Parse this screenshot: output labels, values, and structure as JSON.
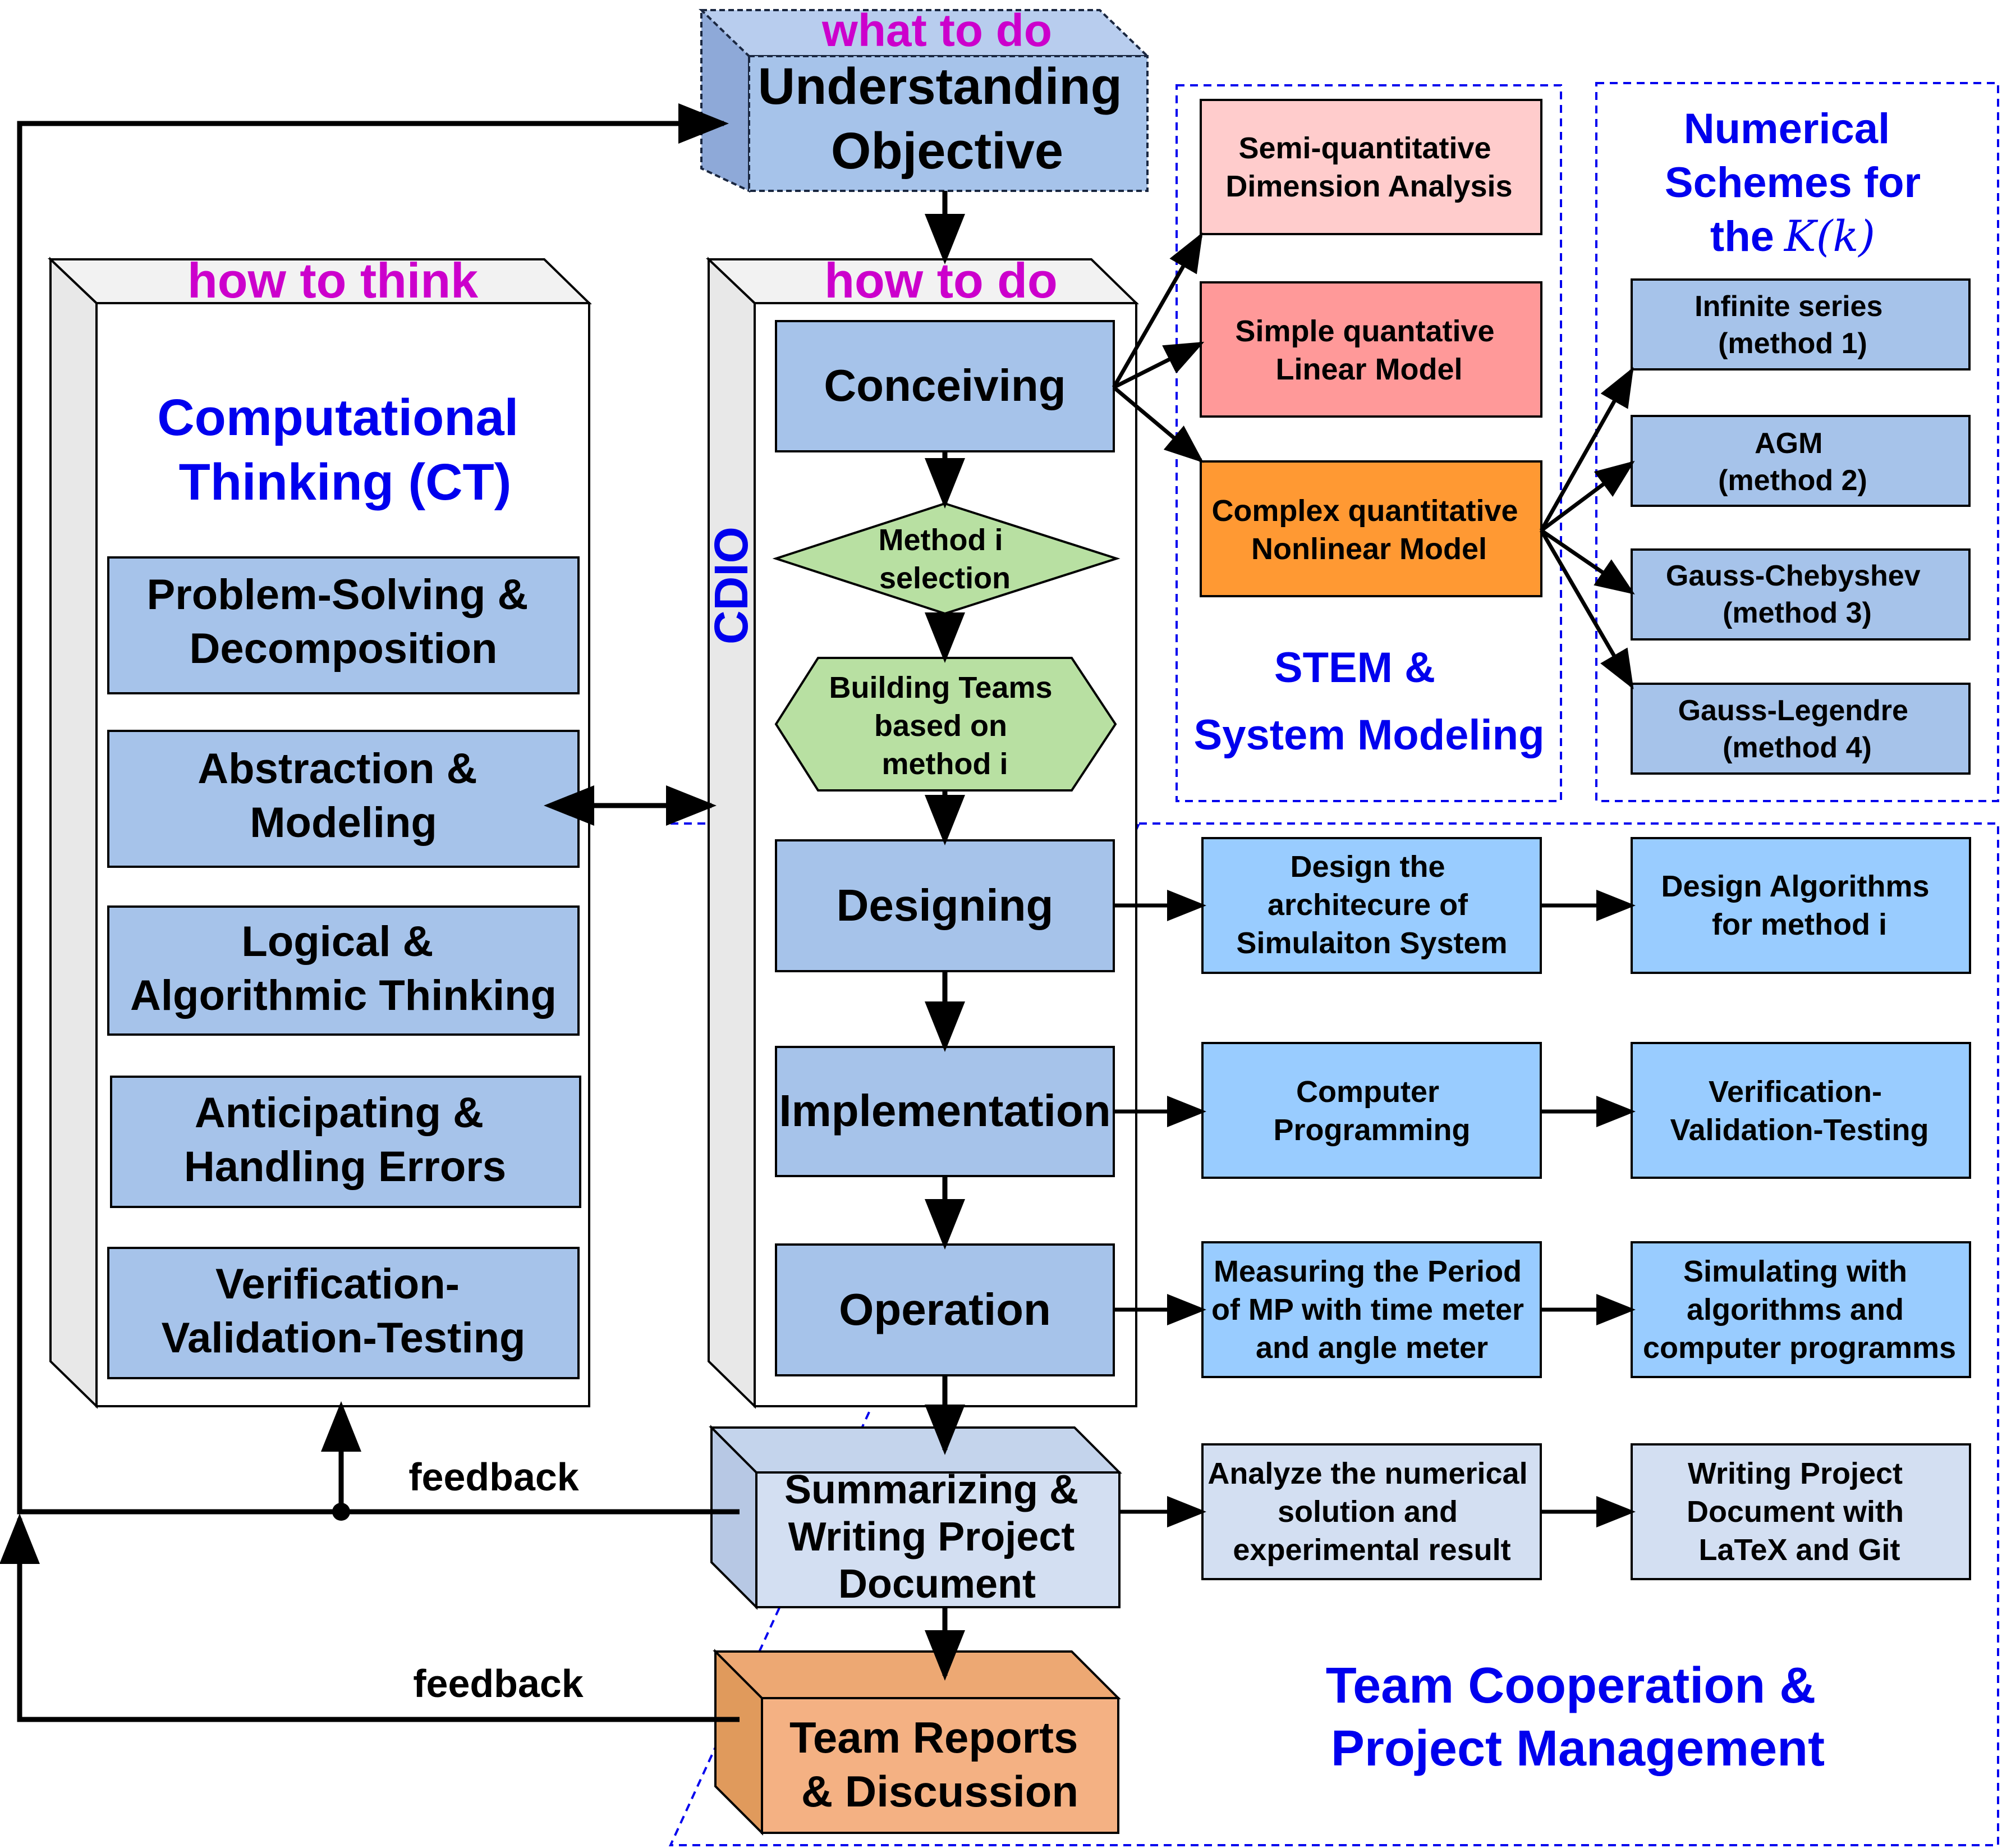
{
  "colors": {
    "box_blue": "#a6c3ea",
    "box_lightblue": "#99ccff",
    "box_paleblue": "#d3dff2",
    "box_pink": "#ffcccc",
    "box_salmon": "#ff9999",
    "box_orange": "#ff9933",
    "box_peach": "#f4b183",
    "box_green": "#b8e0a2",
    "label_magenta": "#cc00cc",
    "label_blue": "#0000ee",
    "line": "#000000"
  },
  "top": {
    "what_to_do": "what to do",
    "understanding_objective": [
      "Understanding",
      "Objective"
    ]
  },
  "ct": {
    "how_to_think": "how to think",
    "title": [
      "Computational",
      "Thinking (CT)"
    ],
    "items": [
      [
        "Problem-Solving &",
        "Decomposition"
      ],
      [
        "Abstraction &",
        "Modeling"
      ],
      [
        "Logical &",
        "Algorithmic Thinking"
      ],
      [
        "Anticipating &",
        "Handling Errors"
      ],
      [
        "Verification-",
        "Validation-Testing"
      ]
    ]
  },
  "cdio": {
    "how_to_do": "how to do",
    "side_label": "CDIO",
    "conceiving": "Conceiving",
    "method_selection": [
      "Method i",
      "selection"
    ],
    "building_teams": [
      "Building Teams",
      "based on",
      "method i"
    ],
    "designing": "Designing",
    "implementation": "Implementation",
    "operation": "Operation",
    "summarizing": [
      "Summarizing &",
      "Writing Project",
      "Document"
    ],
    "team_reports": [
      "Team Reports",
      "& Discussion"
    ]
  },
  "feedback": {
    "upper": "feedback",
    "lower": "feedback"
  },
  "stem": {
    "models": [
      [
        "Semi-quantitative",
        "Dimension Analysis"
      ],
      [
        "Simple quantative",
        "Linear Model"
      ],
      [
        "Complex quantitative",
        "Nonlinear Model"
      ]
    ],
    "label": [
      "STEM  &",
      "System Modeling"
    ]
  },
  "numerical": {
    "title": [
      "Numerical",
      "Schemes for",
      "the"
    ],
    "title_math": "K(k)",
    "methods": [
      [
        "Infinite series",
        "(method 1)"
      ],
      [
        "AGM",
        "(method 2)"
      ],
      [
        "Gauss-Chebyshev",
        "(method 3)"
      ],
      [
        "Gauss-Legendre",
        "(method 4)"
      ]
    ]
  },
  "team": {
    "design_arch": [
      "Design the",
      "architecure of",
      "Simulaiton System"
    ],
    "design_alg": [
      "Design  Algorithms",
      "for method i"
    ],
    "programming": [
      "Computer",
      "Programming"
    ],
    "verification": [
      "Verification-",
      "Validation-Testing"
    ],
    "measuring": [
      "Measuring the Period",
      "of MP with time meter",
      "and angle meter"
    ],
    "simulating": [
      "Simulating  with",
      "algorithms and",
      "computer programms"
    ],
    "analyze": [
      "Analyze the numerical",
      "solution and",
      "experimental result"
    ],
    "writing_doc": [
      "Writing Project",
      "Document with",
      "LaTeX and Git"
    ],
    "label": [
      "Team Cooperation &",
      "Project Management"
    ]
  }
}
